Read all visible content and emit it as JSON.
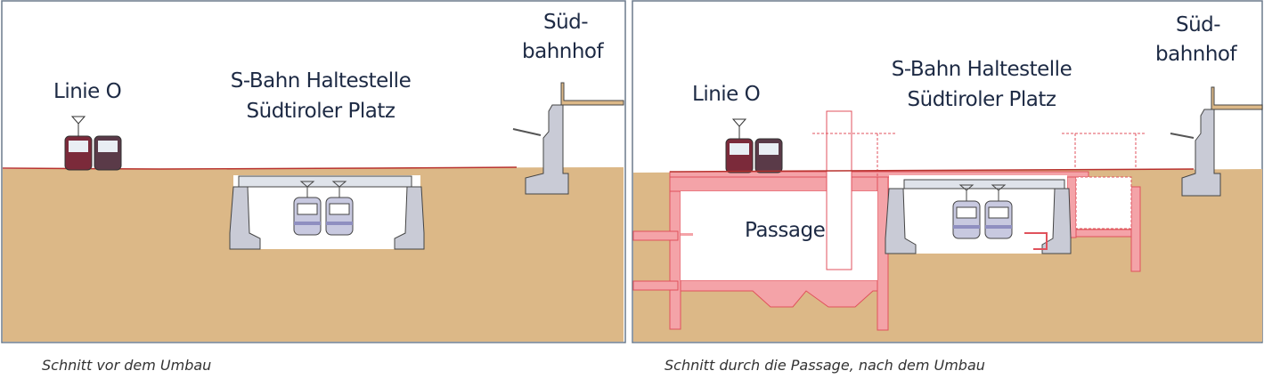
{
  "left_panel": {
    "label_line": "Linie O",
    "label_station_1": "S-Bahn Haltestelle",
    "label_station_2": "Südtiroler Platz",
    "label_sued_1": "Süd-",
    "label_sued_2": "bahnhof",
    "caption": "Schnitt vor dem Umbau"
  },
  "right_panel": {
    "label_line": "Linie O",
    "label_station_1": "S-Bahn Haltestelle",
    "label_station_2": "Südtiroler Platz",
    "label_sued_1": "Süd-",
    "label_sued_2": "bahnhof",
    "label_passage": "Passage",
    "caption": "Schnitt durch die Passage, nach dem Umbau"
  },
  "colors": {
    "soil": "#dcb887",
    "ground_line": "#b8322e",
    "concrete": "#c9cbd6",
    "new_structure": "#f4a3a8",
    "new_line": "#e0525c",
    "text": "#1d2a44"
  }
}
